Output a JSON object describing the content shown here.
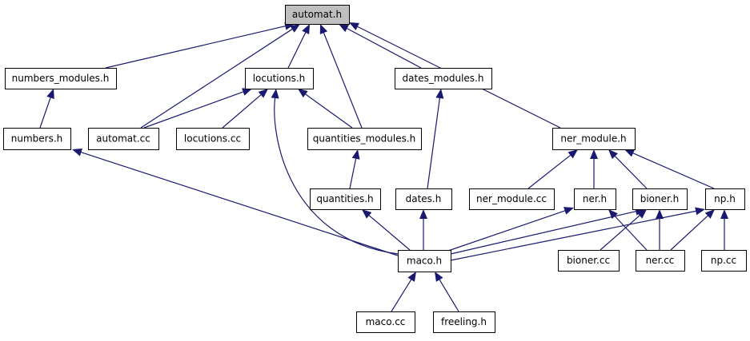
{
  "diagram": {
    "type": "include-dependency-graph",
    "edge_color": "#191970",
    "root_fill": "#bfbfbf",
    "nodes": [
      {
        "id": "automat_h",
        "label": "automat.h",
        "root": true
      },
      {
        "id": "numbers_modules_h",
        "label": "numbers_modules.h"
      },
      {
        "id": "locutions_h",
        "label": "locutions.h"
      },
      {
        "id": "dates_modules_h",
        "label": "dates_modules.h"
      },
      {
        "id": "numbers_h",
        "label": "numbers.h"
      },
      {
        "id": "automat_cc",
        "label": "automat.cc"
      },
      {
        "id": "locutions_cc",
        "label": "locutions.cc"
      },
      {
        "id": "quantities_modules_h",
        "label": "quantities_modules.h"
      },
      {
        "id": "ner_module_h",
        "label": "ner_module.h"
      },
      {
        "id": "quantities_h",
        "label": "quantities.h"
      },
      {
        "id": "dates_h",
        "label": "dates.h"
      },
      {
        "id": "ner_module_cc",
        "label": "ner_module.cc"
      },
      {
        "id": "ner_h",
        "label": "ner.h"
      },
      {
        "id": "bioner_h",
        "label": "bioner.h"
      },
      {
        "id": "np_h",
        "label": "np.h"
      },
      {
        "id": "maco_h",
        "label": "maco.h"
      },
      {
        "id": "bioner_cc",
        "label": "bioner.cc"
      },
      {
        "id": "ner_cc",
        "label": "ner.cc"
      },
      {
        "id": "np_cc",
        "label": "np.cc"
      },
      {
        "id": "maco_cc",
        "label": "maco.cc"
      },
      {
        "id": "freeling_h",
        "label": "freeling.h"
      }
    ],
    "edges": [
      {
        "from": "numbers_modules_h",
        "to": "automat_h"
      },
      {
        "from": "automat_cc",
        "to": "automat_h"
      },
      {
        "from": "locutions_h",
        "to": "automat_h"
      },
      {
        "from": "quantities_modules_h",
        "to": "automat_h"
      },
      {
        "from": "dates_modules_h",
        "to": "automat_h"
      },
      {
        "from": "ner_module_h",
        "to": "automat_h"
      },
      {
        "from": "numbers_h",
        "to": "numbers_modules_h"
      },
      {
        "from": "automat_cc",
        "to": "locutions_h"
      },
      {
        "from": "locutions_cc",
        "to": "locutions_h"
      },
      {
        "from": "quantities_modules_h",
        "to": "locutions_h"
      },
      {
        "from": "maco_h",
        "to": "locutions_h"
      },
      {
        "from": "dates_h",
        "to": "dates_modules_h"
      },
      {
        "from": "quantities_h",
        "to": "quantities_modules_h"
      },
      {
        "from": "maco_h",
        "to": "numbers_h"
      },
      {
        "from": "maco_h",
        "to": "quantities_h"
      },
      {
        "from": "maco_h",
        "to": "dates_h"
      },
      {
        "from": "ner_module_cc",
        "to": "ner_module_h"
      },
      {
        "from": "ner_h",
        "to": "ner_module_h"
      },
      {
        "from": "bioner_h",
        "to": "ner_module_h"
      },
      {
        "from": "np_h",
        "to": "ner_module_h"
      },
      {
        "from": "maco_h",
        "to": "ner_h"
      },
      {
        "from": "ner_cc",
        "to": "ner_h"
      },
      {
        "from": "maco_h",
        "to": "bioner_h"
      },
      {
        "from": "bioner_cc",
        "to": "bioner_h"
      },
      {
        "from": "ner_cc",
        "to": "bioner_h"
      },
      {
        "from": "maco_h",
        "to": "np_h"
      },
      {
        "from": "ner_cc",
        "to": "np_h"
      },
      {
        "from": "np_cc",
        "to": "np_h"
      },
      {
        "from": "maco_cc",
        "to": "maco_h"
      },
      {
        "from": "freeling_h",
        "to": "maco_h"
      }
    ]
  }
}
